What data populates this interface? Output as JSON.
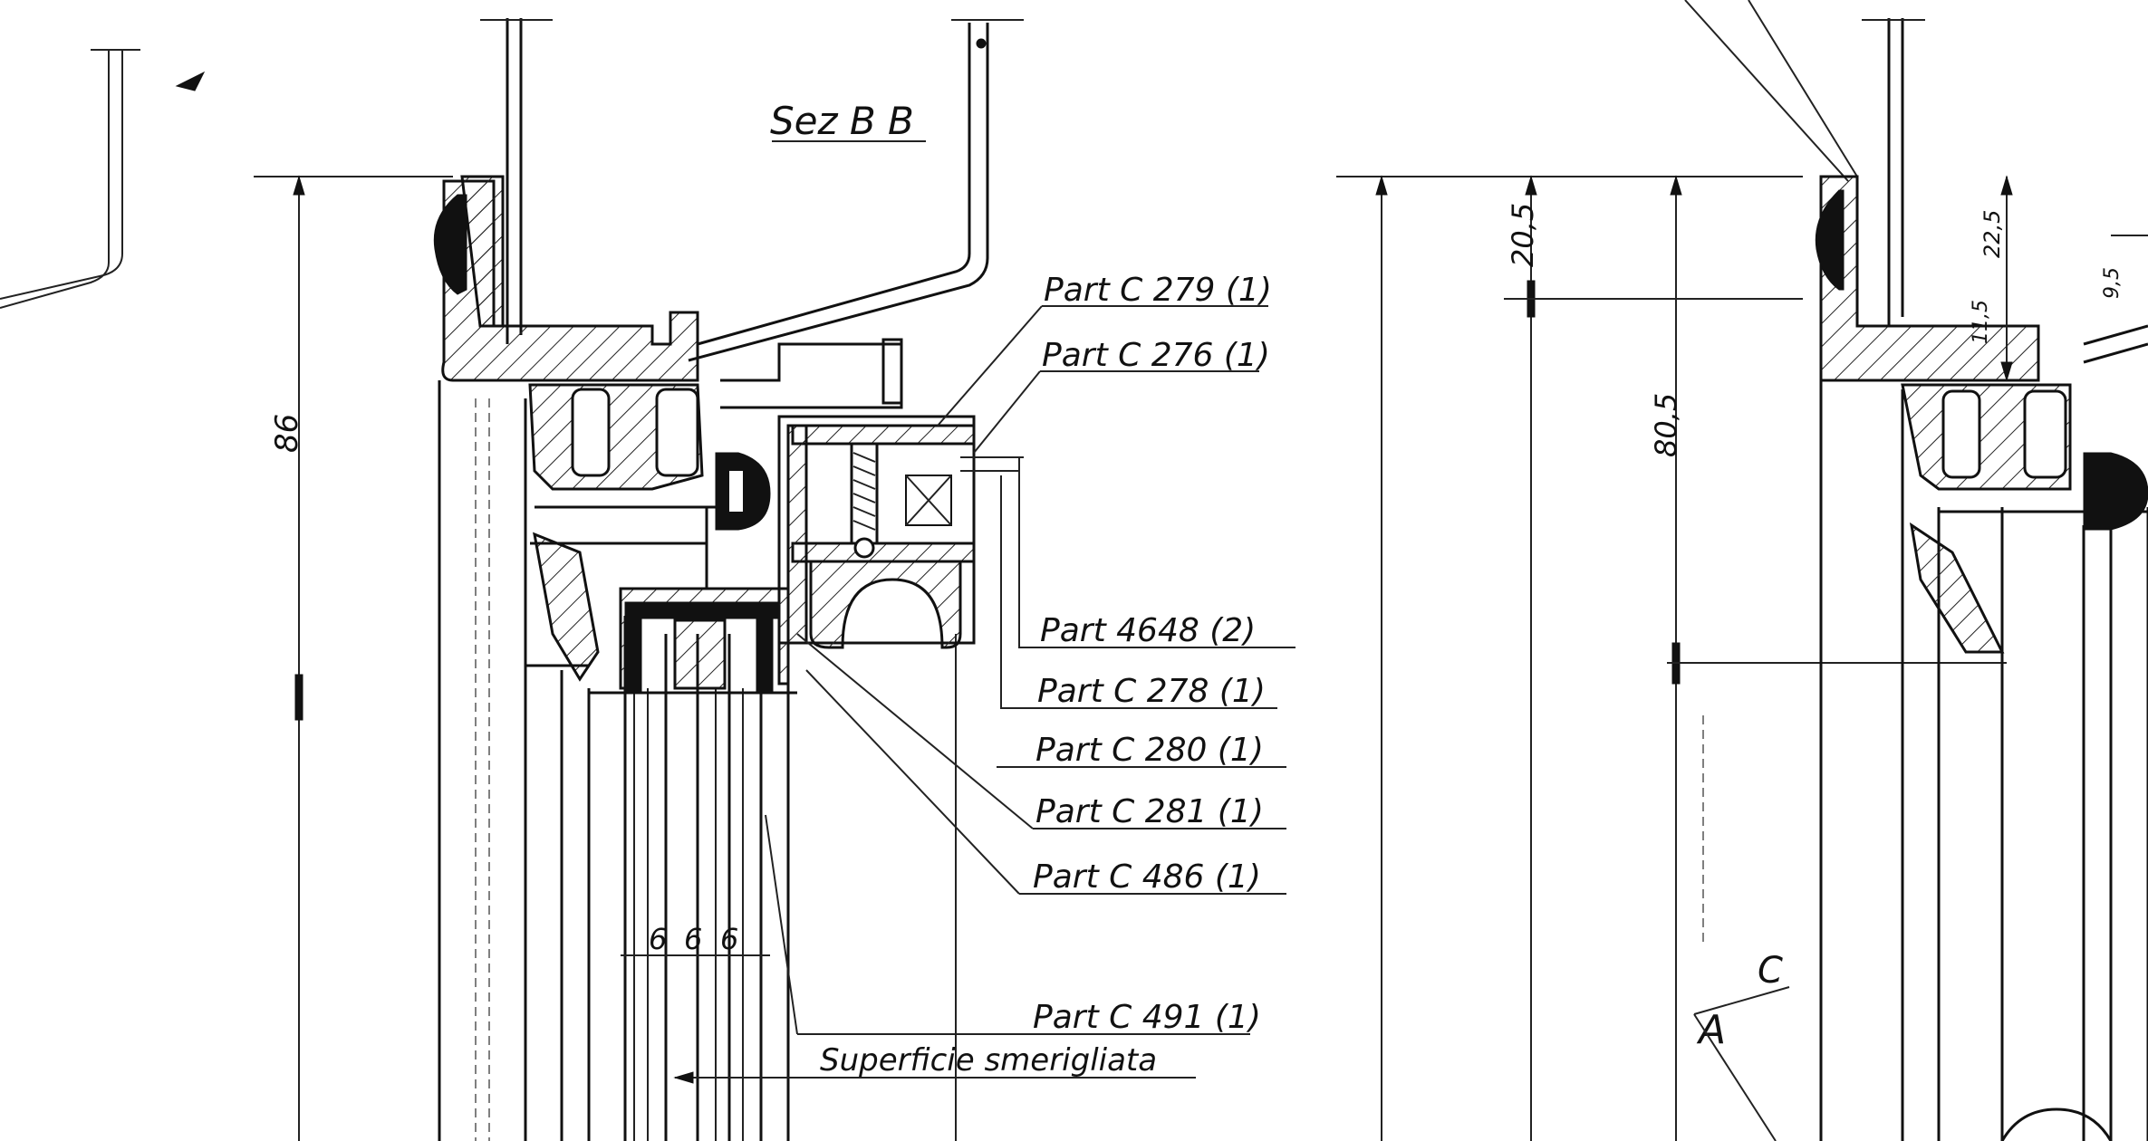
{
  "section_title": "Sez  B B",
  "labels": [
    {
      "id": "c279",
      "text": "Part C 279 (1)"
    },
    {
      "id": "c276",
      "text": "Part C 276 (1)"
    },
    {
      "id": "p4648",
      "text": "Part 4648 (2)"
    },
    {
      "id": "c278",
      "text": "Part C 278 (1)"
    },
    {
      "id": "c280",
      "text": "Part C 280 (1)"
    },
    {
      "id": "c281",
      "text": "Part C 281 (1)"
    },
    {
      "id": "c486",
      "text": "Part C 486 (1)"
    },
    {
      "id": "c491",
      "text": "Part C 491 (1)"
    }
  ],
  "surface_note": "Superficie smerigliata",
  "dimensions": {
    "d86": "86",
    "d20_5": "20,5",
    "d80_5": "80,5",
    "d22_5": "22,5",
    "d11_5": "11,5",
    "d9_5": "9,5",
    "pitch_a": "6",
    "pitch_b": "6",
    "pitch_c": "6"
  },
  "marker_c": "C",
  "marker_a": "A"
}
